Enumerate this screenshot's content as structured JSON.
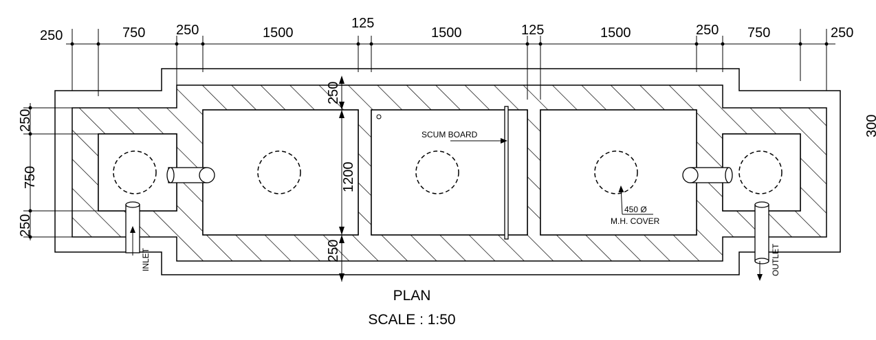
{
  "drawing": {
    "top_dimensions": [
      "250",
      "750",
      "250",
      "1500",
      "125",
      "1500",
      "125",
      "1500",
      "250",
      "750",
      "250"
    ],
    "left_dimensions": [
      "250",
      "750",
      "250"
    ],
    "center_dimensions": [
      "250",
      "1200",
      "250"
    ],
    "right_edge_text": "300",
    "labels": {
      "scum_board": "SCUM BOARD",
      "manhole_size": "450 Ø",
      "manhole_cover": "M.H. COVER",
      "inlet": "INLET",
      "outlet": "OUTLET"
    },
    "title": "PLAN",
    "scale": "SCALE : 1:50"
  }
}
